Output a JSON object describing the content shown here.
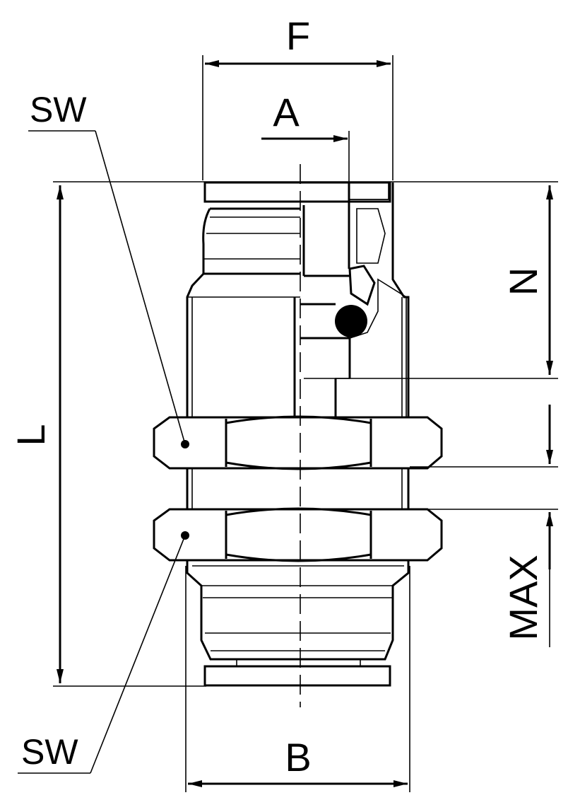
{
  "labels": {
    "f": "F",
    "a": "A",
    "sw_top": "SW",
    "sw_bottom": "SW",
    "l": "L",
    "n": "N",
    "max": "MAX",
    "b": "B"
  }
}
